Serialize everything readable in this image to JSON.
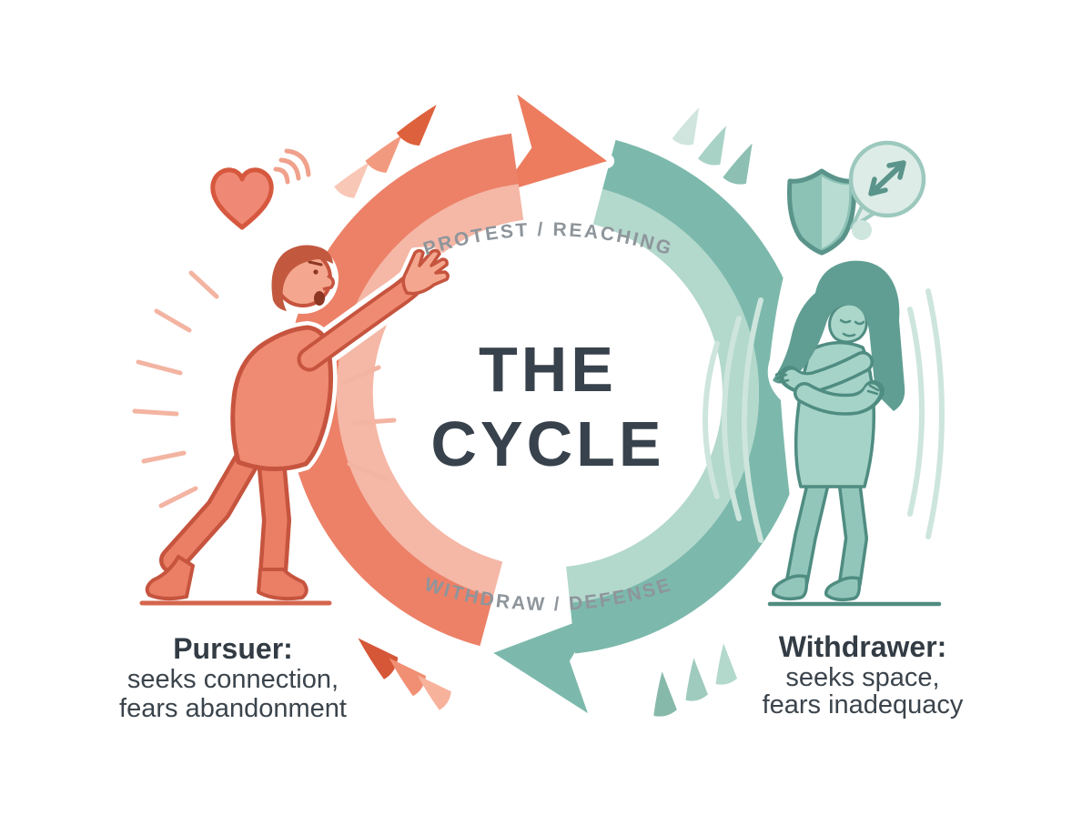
{
  "diagram": {
    "title_line1": "THE",
    "title_line2": "CYCLE",
    "top_arc_label": "PROTEST / REACHING",
    "bottom_arc_label": "WITHDRAW / DEFENSE"
  },
  "pursuer": {
    "heading": "Pursuer:",
    "description_line1": "seeks connection,",
    "description_line2": "fears abandonment"
  },
  "withdrawer": {
    "heading": "Withdrawer:",
    "description_line1": "seeks space,",
    "description_line2": "fears inadequacy"
  },
  "icons": {
    "left_of_circle": [
      "heart-icon",
      "signal-waves-icon",
      "burst-lines-icon",
      "pursuer-figure"
    ],
    "right_of_circle": [
      "shield-icon",
      "expand-speech-bubble-icon",
      "vibration-waves-icon",
      "withdrawer-figure"
    ],
    "motion_trails": [
      "coral-chevrons-top-left",
      "teal-chevrons-top-right",
      "teal-chevrons-bottom-right",
      "coral-chevrons-bottom-left"
    ]
  },
  "colors": {
    "coral_band_outer": "#ec8168",
    "coral_band_inner": "#f5b7a6",
    "coral_arrowhead": "#ed7c5f",
    "coral_outline": "#c6543e",
    "coral_skin": "#f4a78e",
    "coral_hair": "#c2593f",
    "teal_band_outer": "#7cb9ac",
    "teal_band_inner": "#b3d8cc",
    "teal_arrowhead": "#7cb9ac",
    "teal_outline": "#4f8c81",
    "teal_hair": "#609e93",
    "teal_skin": "#abd6ca",
    "title_text": "#38424c",
    "arc_label_text": "#8e959b",
    "caption_text": "#333c44",
    "background": "#ffffff"
  }
}
